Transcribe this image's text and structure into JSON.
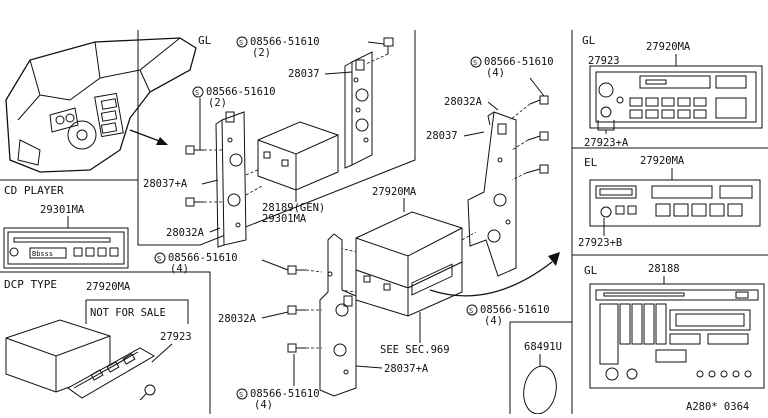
{
  "labels": {
    "gl_top": "GL",
    "bolt_top_center": "08566-51610",
    "bolt_top_center_qty": "(2)",
    "p28037_top": "28037",
    "bolt_left": "08566-51610",
    "bolt_left_qty": "(2)",
    "p28037a_left": "28037+A",
    "p28032a_left": "28032A",
    "p28189": "28189(GEN)",
    "p29301ma_c": "29301MA",
    "cd_player": "CD PLAYER",
    "p29301ma": "29301MA",
    "bolt_right_top": "08566-51610",
    "bolt_right_top_qty": "(4)",
    "p28032a_right": "28032A",
    "p28037_right": "28037",
    "p27920ma_center": "27920MA",
    "bolt_mid_left": "08566-51610",
    "bolt_mid_left_qty": "(4)",
    "p28032a_bottom": "28032A",
    "see_sec": "SEE SEC.969",
    "p28037a_bottom": "28037+A",
    "bolt_bottom": "08566-51610",
    "bolt_bottom_qty": "(4)",
    "bolt_bottom_right": "08566-51610",
    "bolt_bottom_right_qty": "(4)",
    "dcp_type": "DCP TYPE",
    "p27920ma_dcp": "27920MA",
    "not_for_sale": "NOT FOR SALE",
    "p27923_dcp": "27923",
    "gl_r1": "GL",
    "p27920ma_r1": "27920MA",
    "p27923_r1": "27923",
    "p27923a_r1": "27923+A",
    "el_r2": "EL",
    "p27920ma_r2": "27920MA",
    "p27923b_r2": "27923+B",
    "gl_r3": "GL",
    "p28188_r3": "28188",
    "p68491u": "68491U",
    "doc_code": "A280* 0364",
    "cd_display": "Bbsss"
  },
  "icons": {
    "screw": "screw-icon",
    "s_mark": "standard-part-icon"
  }
}
